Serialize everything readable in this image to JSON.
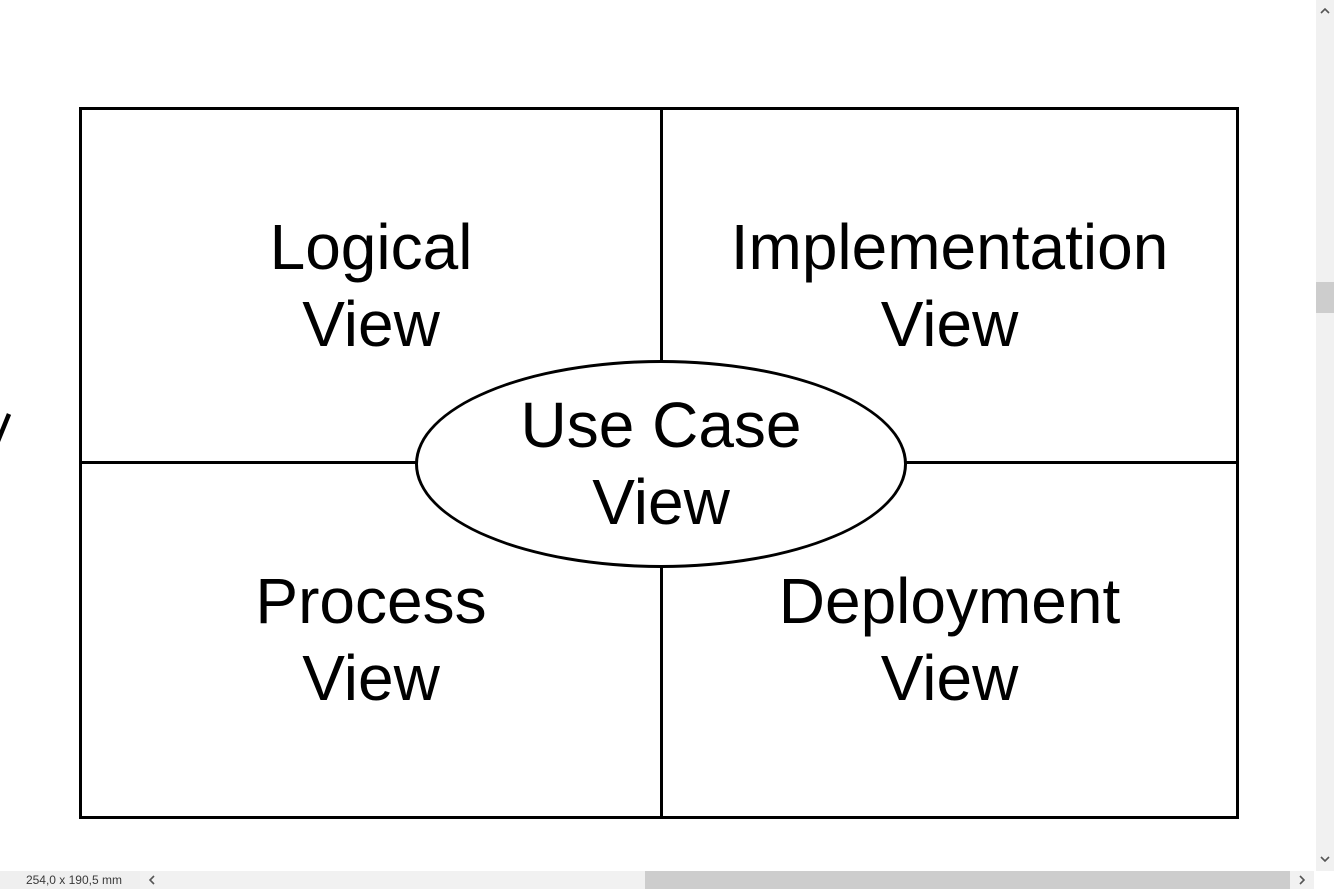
{
  "diagram": {
    "quadrants": [
      {
        "id": "logical",
        "label": "Logical\nView"
      },
      {
        "id": "implementation",
        "label": "Implementation\nView"
      },
      {
        "id": "process",
        "label": "Process\nView"
      },
      {
        "id": "deployment",
        "label": "Deployment\nView"
      }
    ],
    "center_ellipse": {
      "label": "Use Case\nView"
    }
  },
  "status_bar": {
    "page_size": "254,0 x 190,5 mm"
  },
  "icons": {
    "scroll_up": "chevron-up-icon",
    "scroll_down": "chevron-down-icon",
    "scroll_left": "chevron-left-icon",
    "scroll_right": "chevron-right-icon"
  },
  "colors": {
    "canvas_bg": "#ffffff",
    "shape_stroke": "#000000",
    "shape_text": "#000000",
    "scrollbar_track": "#f1f1f1",
    "scrollbar_thumb": "#cdcdcd",
    "status_cell_bg": "#efefef",
    "status_text": "#3a3a3a",
    "arrow_glyph": "#555555"
  }
}
